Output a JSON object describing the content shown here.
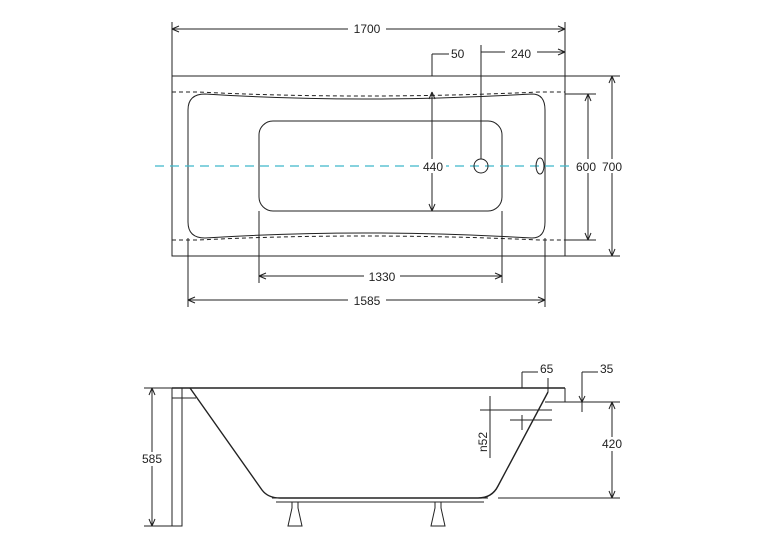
{
  "top_view": {
    "overall_length": "1700",
    "rim_50": "50",
    "drain_offset": "240",
    "inner_width": "440",
    "inner_width_600": "600",
    "overall_width": "700",
    "inner_length": "1330",
    "bowl_length": "1585"
  },
  "side_view": {
    "rim_65": "65",
    "rim_35": "35",
    "overflow_n52": "n52",
    "depth": "420",
    "total_height": "585"
  },
  "colors": {
    "line": "#222222",
    "axis": "#3fb8c9"
  }
}
